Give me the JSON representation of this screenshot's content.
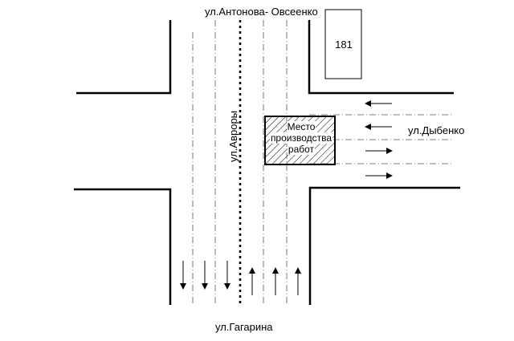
{
  "streets": {
    "top": "ул.Антонова- Овсеенко",
    "bottom": "ул.Гагарина",
    "right": "ул.Дыбенко",
    "vertical": "ул.Авроры"
  },
  "building": {
    "number": "181"
  },
  "work_zone": {
    "lines": [
      "Место",
      "производства",
      "работ"
    ]
  }
}
